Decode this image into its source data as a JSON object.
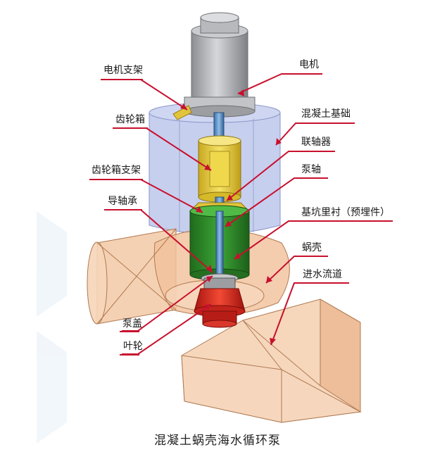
{
  "labels": {
    "motor_bracket": "电机支架",
    "motor": "电机",
    "gearbox": "齿轮箱",
    "concrete_foundation": "混凝土基础",
    "coupling": "联轴器",
    "gearbox_bracket": "齿轮箱支架",
    "pump_shaft": "泵轴",
    "guide_bearing": "导轴承",
    "pit_liner": "基坑里衬（预埋件）",
    "volute": "蜗壳",
    "inlet_channel": "进水流道",
    "pump_cover": "泵盖",
    "impeller": "叶轮"
  },
  "caption": "混凝土蜗壳海水循环泵",
  "colors": {
    "leader": "#c8102e",
    "foundation": "#b9c3ea",
    "motor": "#a8aaae",
    "gearbox": "#e8cf3c",
    "liner": "#2f8a2a",
    "volute": "#f2c29b",
    "impeller": "#d2261e"
  }
}
